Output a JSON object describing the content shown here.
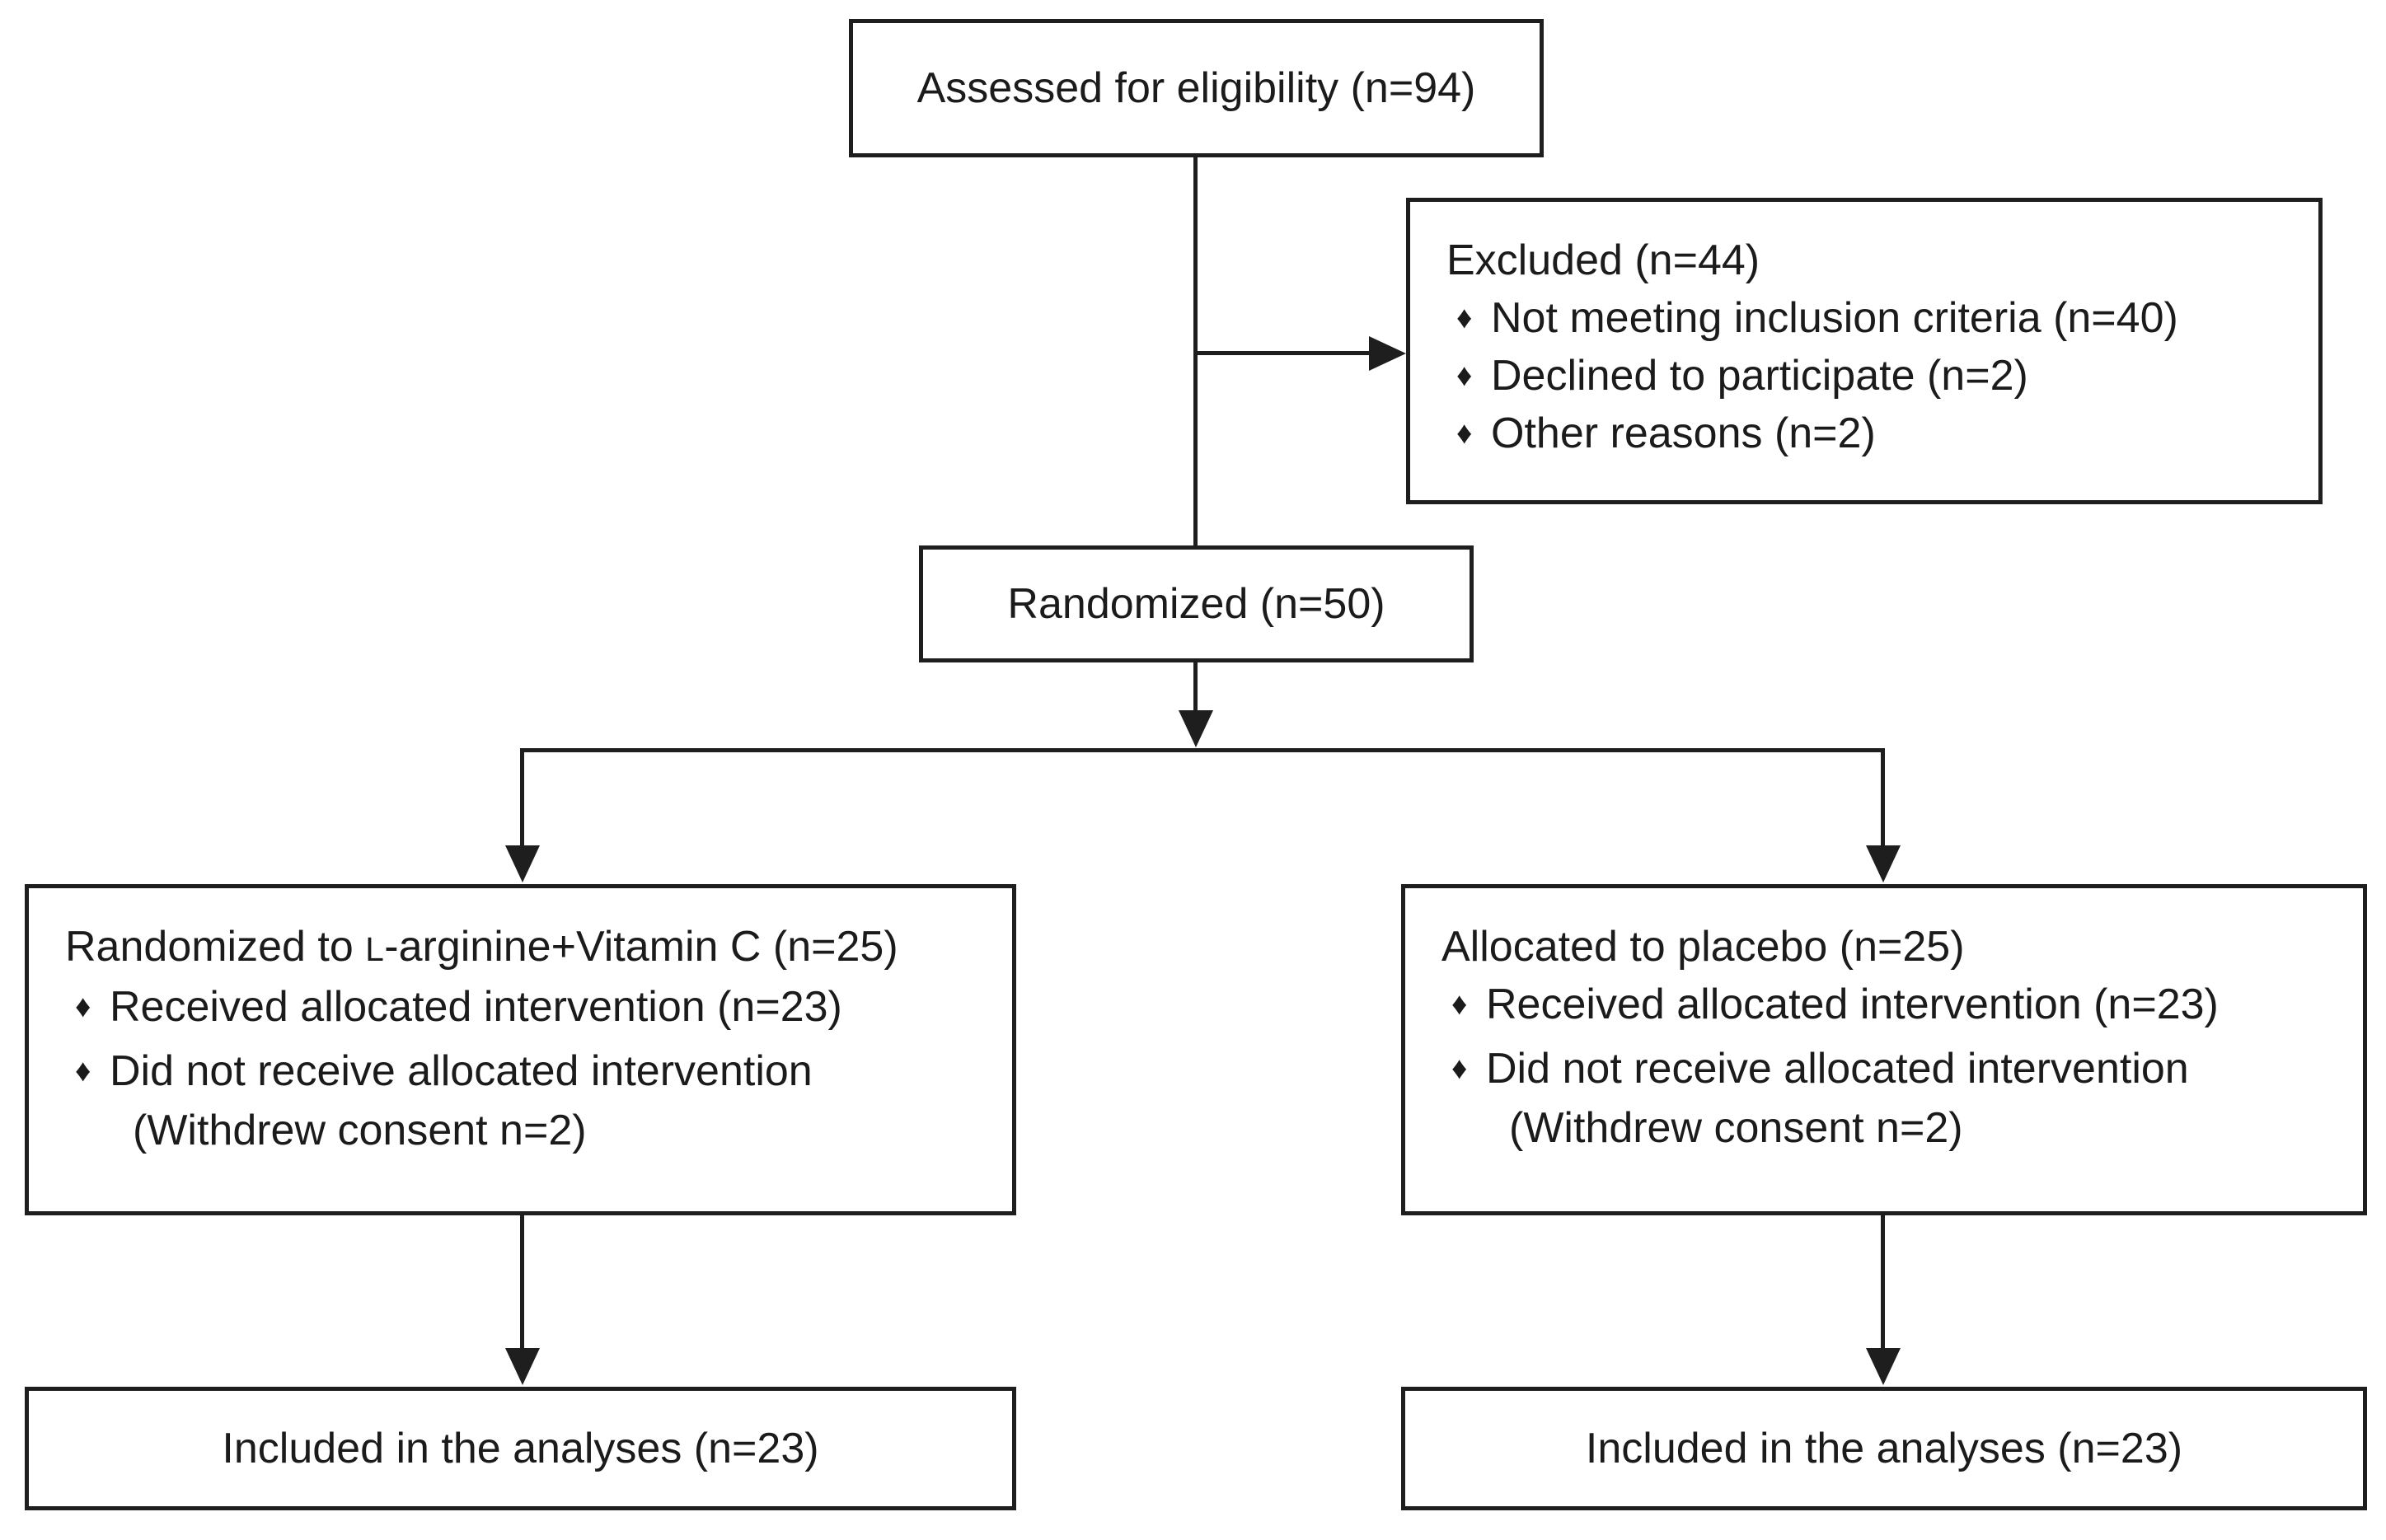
{
  "glyphs": {
    "bullet": "♦"
  },
  "palette": {
    "ink": "#1e1e1e",
    "paper": "#ffffff"
  },
  "boxes": {
    "assessed": {
      "label": "Assessed for eligibility (n=94)"
    },
    "excluded": {
      "title": "Excluded (n=44)",
      "bullets": [
        "Not meeting inclusion criteria (n=40)",
        "Declined to participate (n=2)",
        "Other reasons (n=2)"
      ]
    },
    "randomized": {
      "label": "Randomized (n=50)"
    },
    "arm_arginine": {
      "title_prefix": "Randomized to ",
      "title_smallcap": "L",
      "title_suffix": "-arginine+Vitamin C (n=25)",
      "bullets": [
        "Received allocated intervention (n=23)",
        "Did not receive allocated intervention"
      ],
      "subnote": "(Withdrew consent n=2)"
    },
    "arm_placebo": {
      "title": "Allocated to placebo (n=25)",
      "bullets": [
        "Received allocated intervention (n=23)",
        "Did not receive allocated intervention"
      ],
      "subnote": "(Withdrew consent n=2)"
    },
    "analysis_arginine": {
      "label": "Included in the analyses (n=23)"
    },
    "analysis_placebo": {
      "label": "Included in the analyses (n=23)"
    }
  }
}
